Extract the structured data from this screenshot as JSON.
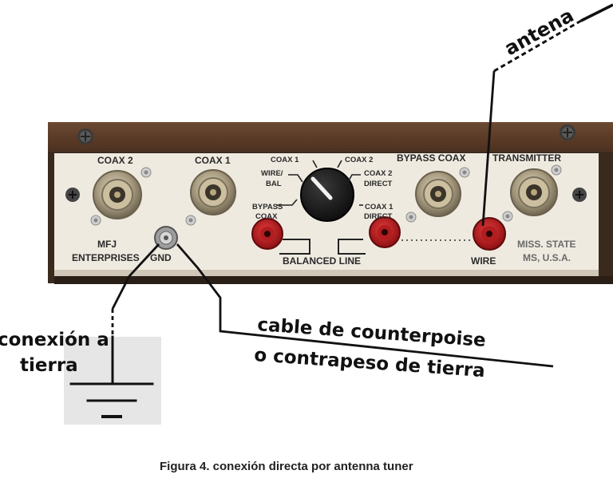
{
  "panel": {
    "coax2": "COAX 2",
    "coax1": "COAX 1",
    "bypass_coax_top": "BYPASS COAX",
    "transmitter": "TRANSMITTER",
    "selector": {
      "coax1": "COAX 1",
      "coax2": "COAX 2",
      "wire_bal_1": "WIRE/",
      "wire_bal_2": "BAL",
      "coax2_direct_1": "COAX 2",
      "coax2_direct_2": "DIRECT",
      "bypass_1": "BYPASS",
      "bypass_2": "COAX",
      "coax1_direct_1": "COAX 1",
      "coax1_direct_2": "DIRECT"
    },
    "maker_1": "MFJ",
    "maker_2": "ENTERPRISES",
    "gnd": "GND",
    "balanced_line": "BALANCED LINE",
    "wire": "WIRE",
    "location_1": "MISS. STATE",
    "location_2": "MS, U.S.A."
  },
  "annotations": {
    "antena": "antena",
    "ground_1": "conexión a",
    "ground_2": "tierra",
    "counterpoise_1": "cable de counterpoise",
    "counterpoise_2": "o contrapeso de tierra"
  },
  "caption": "Figura 4. conexión directa por antenna tuner"
}
